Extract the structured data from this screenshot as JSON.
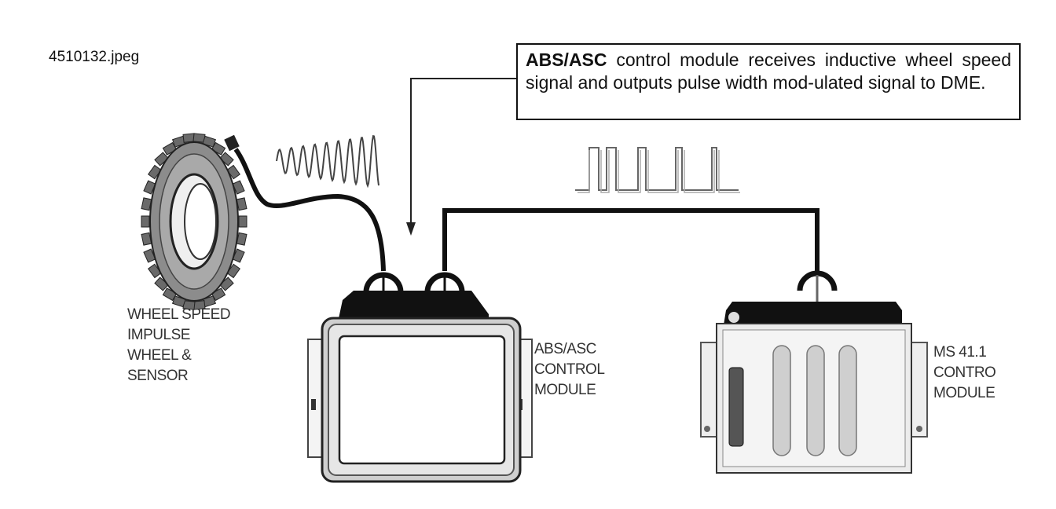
{
  "filename": "4510132.jpeg",
  "callout": {
    "bold": "ABS/ASC",
    "text": " control module receives inductive wheel speed signal and outputs pulse width mod-ulated signal to DME."
  },
  "labels": {
    "wheel": [
      "WHEEL SPEED",
      "IMPULSE",
      "WHEEL &",
      "SENSOR"
    ],
    "abs_module": [
      "ABS/ASC",
      "CONTROL",
      "MODULE"
    ],
    "ms_module": [
      "MS 41.1",
      "CONTRO",
      "MODULE"
    ]
  }
}
